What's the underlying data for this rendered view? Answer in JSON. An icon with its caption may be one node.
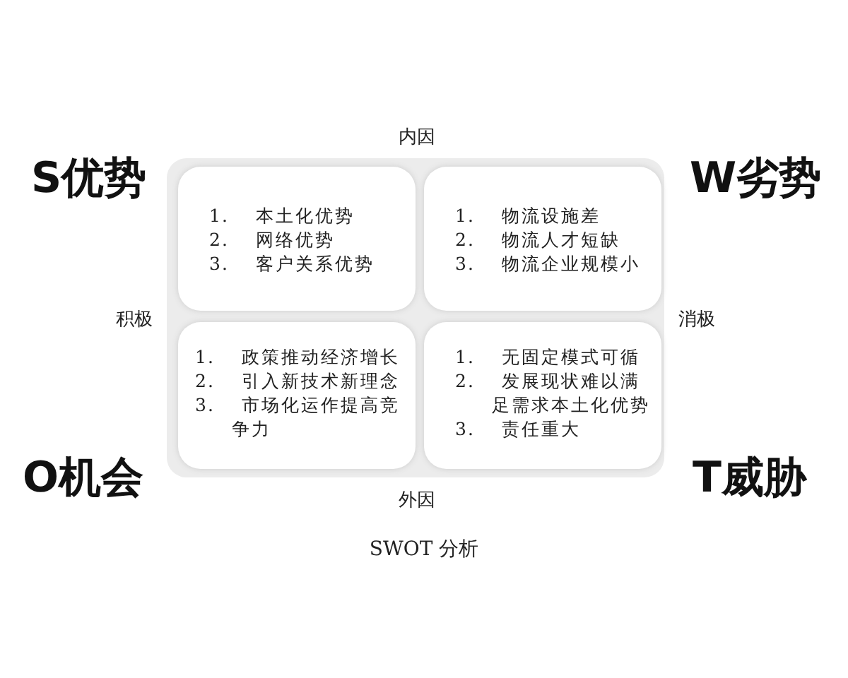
{
  "diagram": {
    "caption": "SWOT 分析",
    "nodes": [
      {
        "text": [
          "1. 本土化优势",
          "2. 网络优势",
          "3. 客户关系优势"
        ]
      },
      {
        "text": [
          "1. 物流设施差",
          "2. 物流人才短缺",
          "3. 物流企业规模小"
        ]
      },
      {
        "text": [
          "1. 政策推动经济增长",
          "2. 引入新技术新理念",
          "3. 市场化运作提高竞争力"
        ]
      },
      {
        "text": [
          "1. 无固定模式可循",
          "2. 发展现状难以满足需求本土化优势",
          "3. 责任重大"
        ]
      }
    ],
    "edges": [],
    "labels": [
      "内因",
      "S优势",
      "W劣势",
      "积极",
      "消极",
      "O机会",
      "T威胁",
      "外因"
    ]
  }
}
